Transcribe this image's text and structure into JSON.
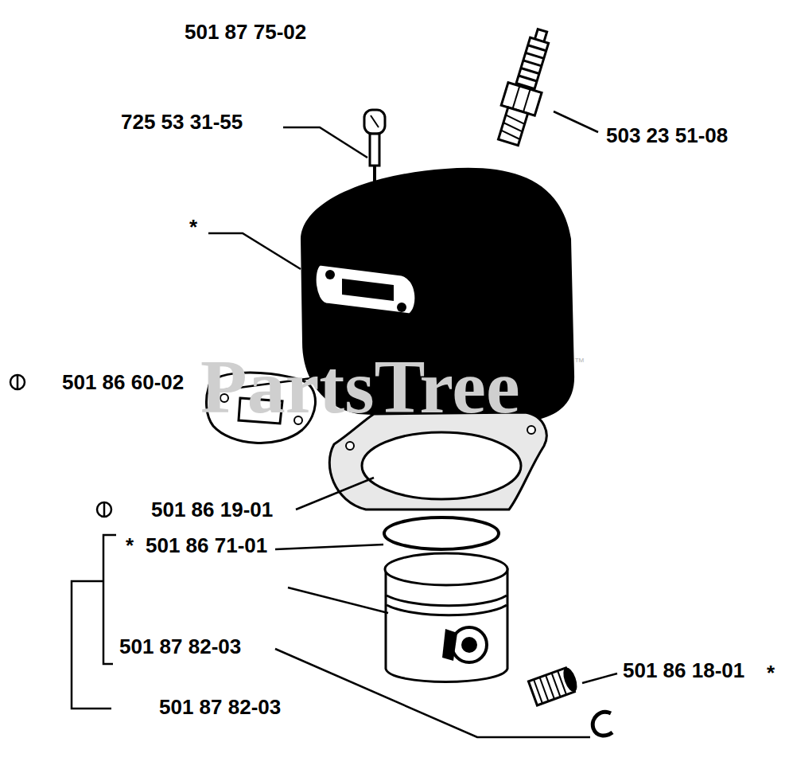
{
  "diagram": {
    "labels": [
      "501 87 75-02",
      "725 53 31-55",
      "503 23 51-08",
      "*",
      "501 86 60-02",
      "501 86 19-01",
      "*",
      "501 86 71-01",
      "501 87 82-03",
      "501 86 18-01",
      "*",
      "501 87 82-03",
      "PartsTree",
      "™"
    ]
  }
}
